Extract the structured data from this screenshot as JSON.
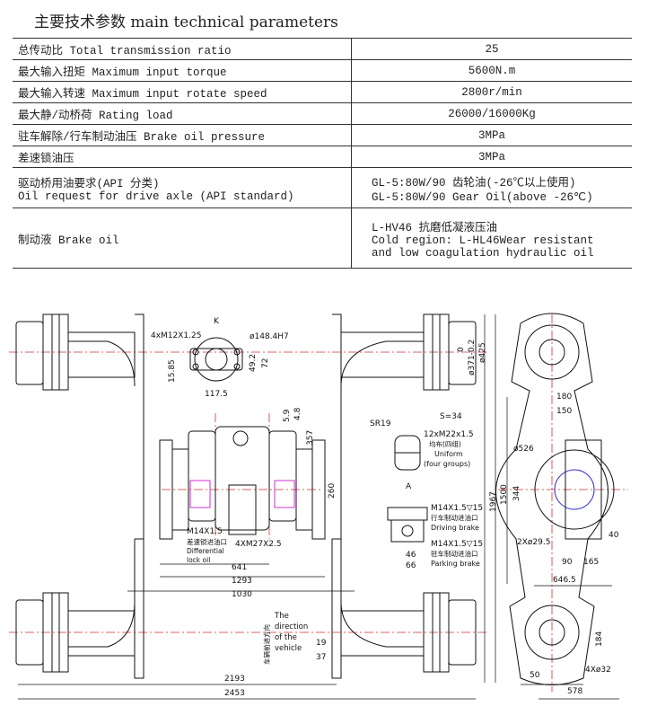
{
  "title": "主要技术参数 main technical parameters",
  "params": [
    {
      "label": "总传动比    Total transmission ratio",
      "value": "25"
    },
    {
      "label": "最大输入扭矩 Maximum input torque",
      "value": "5600N.m"
    },
    {
      "label": "最大输入转速 Maximum input rotate speed",
      "value": "2800r/min"
    },
    {
      "label": "最大静/动桥荷    Rating load",
      "value": "26000/16000Kg"
    },
    {
      "label": "驻车解除/行车制动油压    Brake oil pressure",
      "value": "3MPa"
    },
    {
      "label": "差速锁油压",
      "value": "3MPa"
    }
  ],
  "oil_request": {
    "label_cn": "驱动桥用油要求(API 分类)",
    "label_en": "Oil request for drive axle   (API standard)",
    "value_1": "GL-5:80W/90 齿轮油(-26℃以上使用)",
    "value_2": "GL-5:80W/90 Gear Oil(above -26℃)"
  },
  "brake_oil": {
    "label": "制动液 Brake oil",
    "value_1": "L-HV46 抗磨低凝液压油",
    "value_2": "Cold region: L-HL46Wear resistant",
    "value_3": "and low coagulation hydraulic oil"
  },
  "drawing": {
    "dims": {
      "d_4xM12": "4xM12X1.25",
      "d_k": "K",
      "d_148": "ø148.4H7",
      "d_1585": "15.85",
      "d_492": "49.2",
      "d_72": "72",
      "d_1175": "117.5",
      "d_0": "0",
      "d_371": "ø371-0.2",
      "d_425": "ø425",
      "d_59": "5.9",
      "d_48": "4.8",
      "d_357": "357",
      "d_260": "260",
      "d_m14": "M14X1.5",
      "d_diff_cn": "差速锁进油口",
      "d_diff_en1": "Differential",
      "d_diff_en2": "lock oil",
      "d_4xm27": "4XM27X2.5",
      "d_641": "641",
      "d_1293": "1293",
      "d_1030": "1030",
      "d_dir_cn": "车辆前进方向",
      "d_dir_en1": "The",
      "d_dir_en2": "direction",
      "d_dir_en3": "of the",
      "d_dir_en4": "vehicle",
      "d_19": "19",
      "d_37": "37",
      "d_2193": "2193",
      "d_2453": "2453",
      "d_sr19": "SR19",
      "d_s34": "S=34",
      "d_12xm22": "12xM22x1.5",
      "d_uni_cn": "均布(四组)",
      "d_uni_en1": "Uniform",
      "d_uni_en2": "(four groups)",
      "d_a": "A",
      "d_m14_15a": "M14X1.5▽15",
      "d_drv_cn": "行车制动进油口",
      "d_drv_en": "Driving brake",
      "d_m14_15b": "M14X1.5▽15",
      "d_park_cn": "驻车制动进油口",
      "d_park_en": "Parking brake",
      "d_46": "46",
      "d_66": "66",
      "d_180": "180",
      "d_150": "150",
      "d_526": "ø526",
      "d_1967": "1967",
      "d_1500": "1500",
      "d_344": "344",
      "d_2x295": "2Xø29.5",
      "d_40": "40",
      "d_90": "90",
      "d_165": "165",
      "d_6465": "646.5",
      "d_184": "184",
      "d_50": "50",
      "d_4x32": "4Xø32",
      "d_578": "578"
    }
  }
}
